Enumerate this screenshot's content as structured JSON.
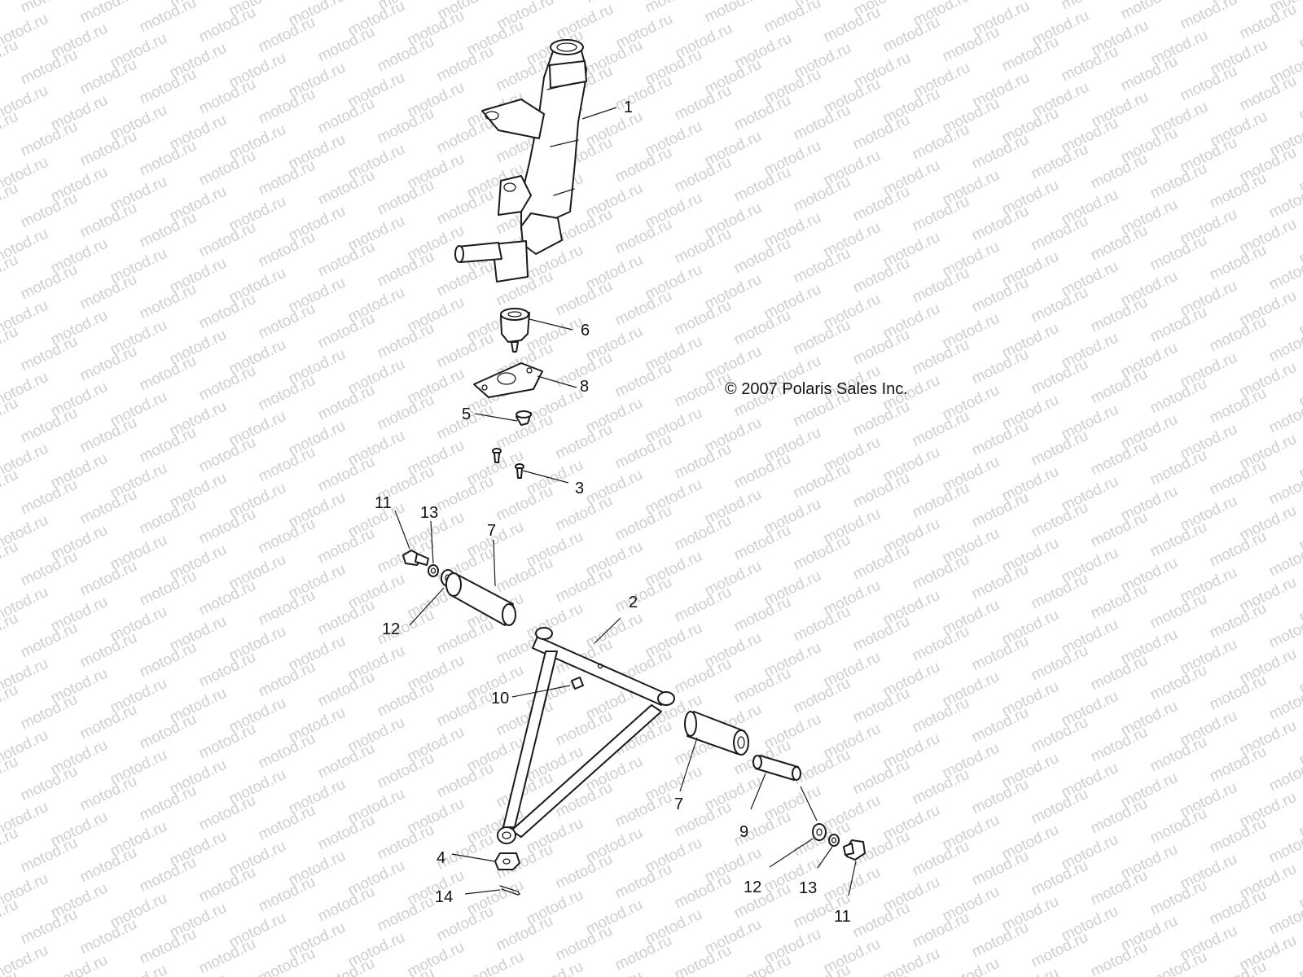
{
  "watermark": {
    "text": "motod.ru",
    "color": "#cfcfcf"
  },
  "copyright": "© 2007 Polaris Sales Inc.",
  "parts": [
    {
      "id": "steering-knuckle",
      "icon": "knuckle-icon"
    },
    {
      "id": "a-arm",
      "icon": "a-arm-icon"
    },
    {
      "id": "screw",
      "icon": "screw-icon"
    },
    {
      "id": "castle-nut",
      "icon": "nut-icon"
    },
    {
      "id": "grease-cap",
      "icon": "cap-icon"
    },
    {
      "id": "ball-joint",
      "icon": "ball-joint-icon"
    },
    {
      "id": "bushing",
      "icon": "bushing-icon"
    },
    {
      "id": "retainer-plate",
      "icon": "plate-icon"
    },
    {
      "id": "pivot-tube",
      "icon": "tube-icon"
    },
    {
      "id": "grease-fitting",
      "icon": "fitting-icon"
    },
    {
      "id": "bolt",
      "icon": "bolt-icon"
    },
    {
      "id": "washer",
      "icon": "washer-icon"
    },
    {
      "id": "lock-washer",
      "icon": "lock-washer-icon"
    },
    {
      "id": "cotter-pin",
      "icon": "cotter-pin-icon"
    }
  ],
  "callouts": {
    "c1": "1",
    "c2": "2",
    "c3": "3",
    "c4": "4",
    "c5": "5",
    "c6": "6",
    "c7a": "7",
    "c7b": "7",
    "c8": "8",
    "c9": "9",
    "c10": "10",
    "c11a": "11",
    "c11b": "11",
    "c12a": "12",
    "c12b": "12",
    "c13a": "13",
    "c13b": "13",
    "c14": "14"
  }
}
